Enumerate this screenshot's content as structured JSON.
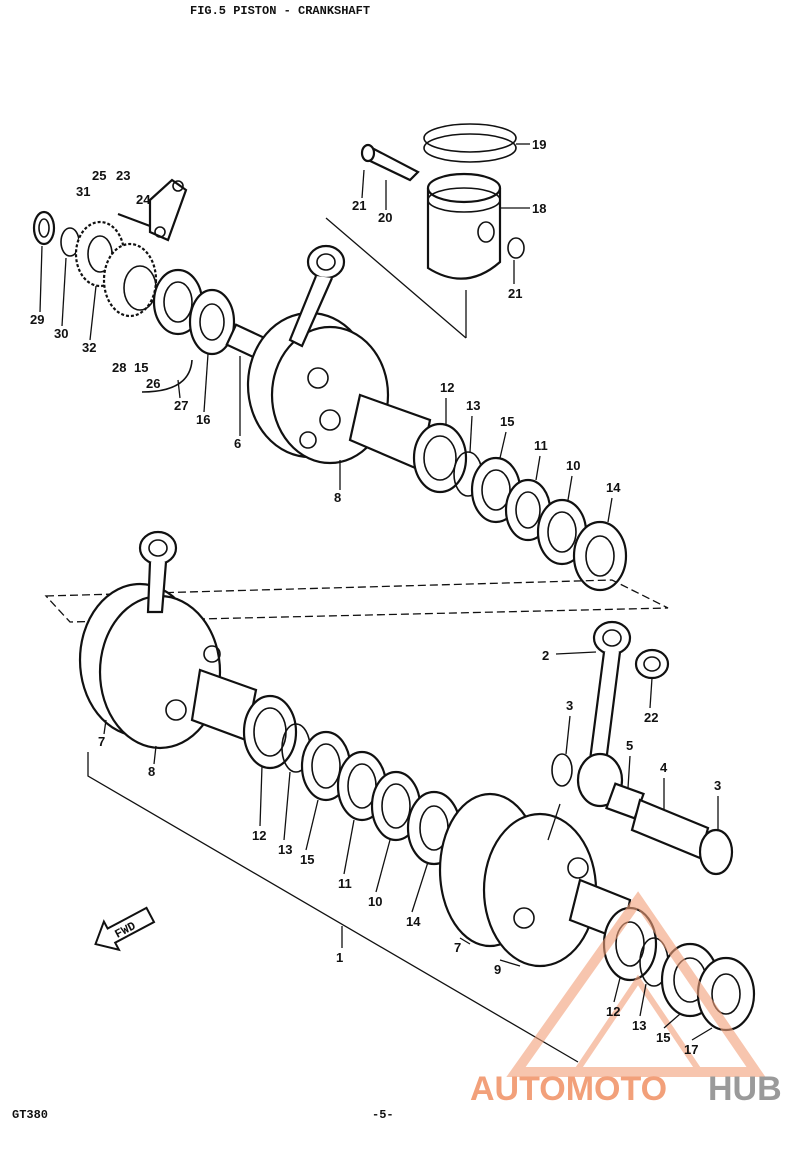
{
  "figure": {
    "title": "FIG.5  PISTON - CRANKSHAFT",
    "model": "GT380",
    "page_number": "-5-",
    "fwd_label": "FWD"
  },
  "watermark": {
    "brand_part1": "AUTOMOTO",
    "brand_part2": "HUB",
    "color_primary": "#f2a07a",
    "color_secondary": "#9a9a9a"
  },
  "labels": [
    {
      "id": "19a",
      "text": "19"
    },
    {
      "id": "18a",
      "text": "18"
    },
    {
      "id": "21a",
      "text": "21"
    },
    {
      "id": "20a",
      "text": "20"
    },
    {
      "id": "21b",
      "text": "21"
    },
    {
      "id": "25a",
      "text": "25"
    },
    {
      "id": "23a",
      "text": "23"
    },
    {
      "id": "31a",
      "text": "31"
    },
    {
      "id": "24a",
      "text": "24"
    },
    {
      "id": "29a",
      "text": "29"
    },
    {
      "id": "30a",
      "text": "30"
    },
    {
      "id": "32a",
      "text": "32"
    },
    {
      "id": "28a",
      "text": "28"
    },
    {
      "id": "15a",
      "text": "15"
    },
    {
      "id": "26a",
      "text": "26"
    },
    {
      "id": "27a",
      "text": "27"
    },
    {
      "id": "16a",
      "text": "16"
    },
    {
      "id": "6a",
      "text": "6"
    },
    {
      "id": "8a",
      "text": "8"
    },
    {
      "id": "12a",
      "text": "12"
    },
    {
      "id": "13a",
      "text": "13"
    },
    {
      "id": "15b",
      "text": "15"
    },
    {
      "id": "11a",
      "text": "11"
    },
    {
      "id": "10a",
      "text": "10"
    },
    {
      "id": "14a",
      "text": "14"
    },
    {
      "id": "2a",
      "text": "2"
    },
    {
      "id": "22a",
      "text": "22"
    },
    {
      "id": "3a",
      "text": "3"
    },
    {
      "id": "5a",
      "text": "5"
    },
    {
      "id": "4a",
      "text": "4"
    },
    {
      "id": "3b",
      "text": "3"
    },
    {
      "id": "7a",
      "text": "7"
    },
    {
      "id": "8b",
      "text": "8"
    },
    {
      "id": "12b",
      "text": "12"
    },
    {
      "id": "13b",
      "text": "13"
    },
    {
      "id": "15c",
      "text": "15"
    },
    {
      "id": "11b",
      "text": "11"
    },
    {
      "id": "10b",
      "text": "10"
    },
    {
      "id": "14b",
      "text": "14"
    },
    {
      "id": "7b",
      "text": "7"
    },
    {
      "id": "9a",
      "text": "9"
    },
    {
      "id": "1a",
      "text": "1"
    },
    {
      "id": "12c",
      "text": "12"
    },
    {
      "id": "13c",
      "text": "13"
    },
    {
      "id": "15d",
      "text": "15"
    },
    {
      "id": "17a",
      "text": "17"
    }
  ]
}
